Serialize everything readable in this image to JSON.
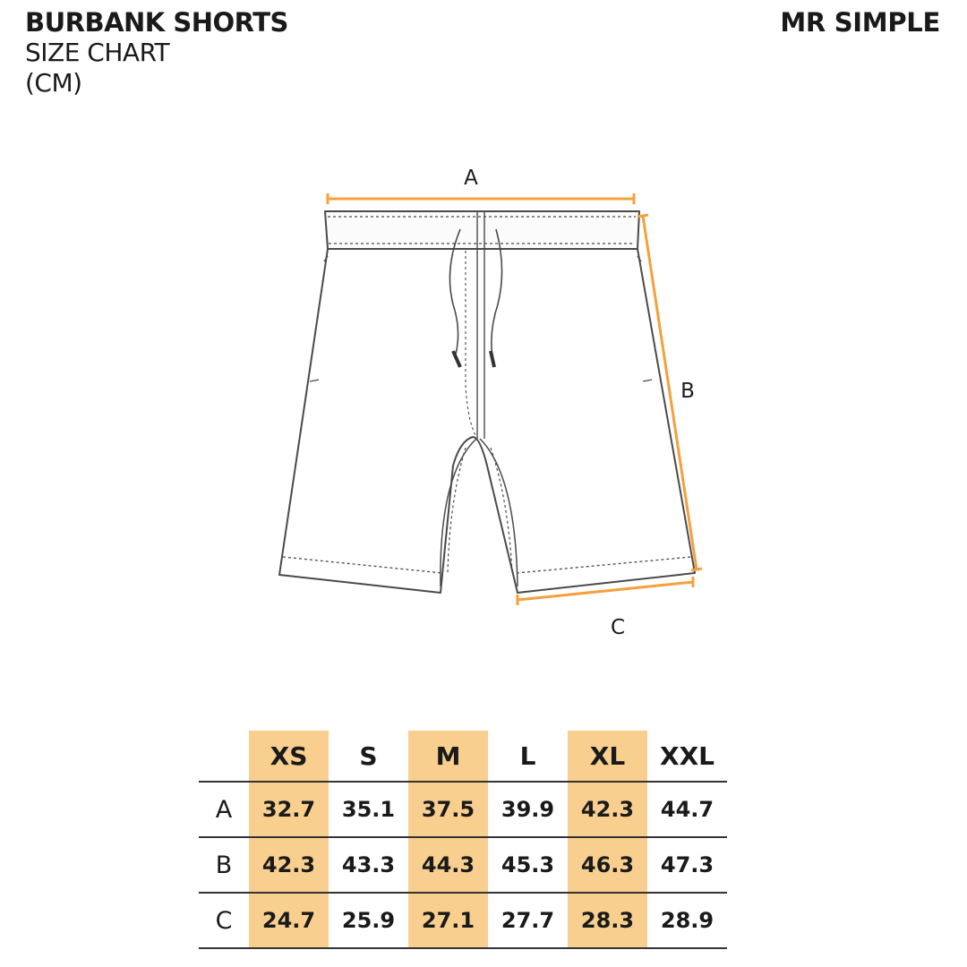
{
  "header": {
    "product_name": "BURBANK SHORTS",
    "subtitle": "SIZE CHART",
    "unit": "(CM)",
    "brand": "MR SIMPLE"
  },
  "diagram": {
    "labels": {
      "a": "A",
      "b": "B",
      "c": "C"
    },
    "accent_color": "#f5a03c",
    "line_color": "#4a4a4a"
  },
  "size_table": {
    "highlight_color": "#f8cf8e",
    "highlighted_sizes": [
      "XS",
      "M",
      "XL"
    ],
    "sizes": [
      "XS",
      "S",
      "M",
      "L",
      "XL",
      "XXL"
    ],
    "rows": [
      {
        "label": "A",
        "values": [
          "32.7",
          "35.1",
          "37.5",
          "39.9",
          "42.3",
          "44.7"
        ]
      },
      {
        "label": "B",
        "values": [
          "42.3",
          "43.3",
          "44.3",
          "45.3",
          "46.3",
          "47.3"
        ]
      },
      {
        "label": "C",
        "values": [
          "24.7",
          "25.9",
          "27.1",
          "27.7",
          "28.3",
          "28.9"
        ]
      }
    ]
  }
}
